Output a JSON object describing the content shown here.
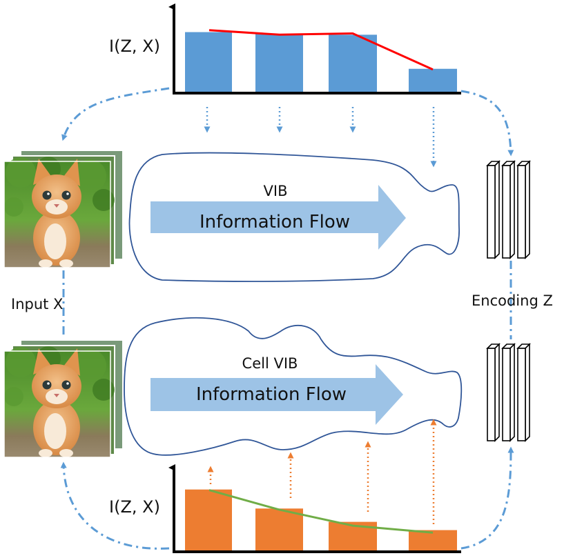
{
  "labels": {
    "input": "Input X",
    "encoding": "Encoding Z",
    "top_model": "VIB",
    "bottom_model": "Cell VIB",
    "flow": "Information Flow",
    "y_axis": "I(Z, X)"
  },
  "images": [
    {
      "name": "kitten-photo-top"
    },
    {
      "name": "kitten-photo-bottom"
    }
  ],
  "colors": {
    "top_bars": "#5b9bd5",
    "bottom_bars": "#ed7d31",
    "top_trend": "#ff0000",
    "bottom_trend": "#70ad47",
    "flow_arrow": "#9dc3e6",
    "connector": "#5b9bd5",
    "up_arrows": "#ed7d31",
    "outline": "#2f5597"
  },
  "chart_data": [
    {
      "type": "bar",
      "name": "top-chart",
      "ylabel": "I(Z, X)",
      "values": [
        0.91,
        0.88,
        0.87,
        0.35
      ],
      "trend": [
        0.94,
        0.87,
        0.89,
        0.34
      ],
      "ylim": [
        0,
        1
      ]
    },
    {
      "type": "bar",
      "name": "bottom-chart",
      "ylabel": "I(Z, X)",
      "values": [
        0.96,
        0.66,
        0.45,
        0.32
      ],
      "trend": [
        0.95,
        0.64,
        0.39,
        0.28
      ],
      "ylim": [
        0,
        1
      ]
    }
  ]
}
